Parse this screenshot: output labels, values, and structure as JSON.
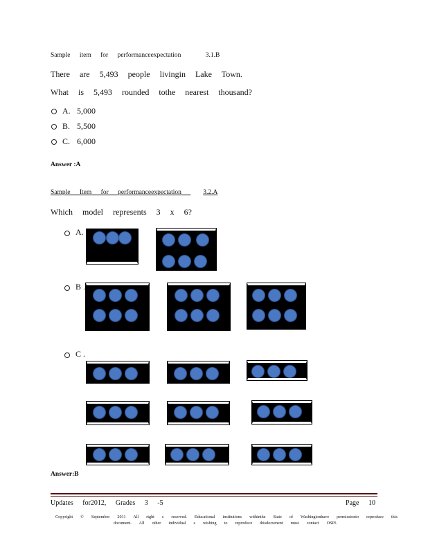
{
  "q1": {
    "header": "Sample item for performanceexpectation",
    "code": "3.1.B",
    "line1": "There are 5,493 people livingin Lake Town.",
    "line2": "What is 5,493 rounded tothe nearest thousand?",
    "options": [
      {
        "letter": "A.",
        "text": "5,000"
      },
      {
        "letter": "B.",
        "text": "5,500"
      },
      {
        "letter": "C.",
        "text": "6,000"
      }
    ],
    "answer": "Answer :A"
  },
  "q2": {
    "header": "Sample Item for performanceexpectation",
    "code": "3.2.A",
    "question": "Which model represents 3 x 6?",
    "option_a": "A.",
    "option_b": "B .",
    "option_c": "C .",
    "answer": "Answer:B"
  },
  "footer": {
    "left": "Updates for2012, Grades 3 -5",
    "right": "Page 10",
    "copyright_line1": "Copyright © September 2011 All right s reserved. Educational institutions withinthe State of Washingtonhave permissionto reproduce this",
    "copyright_line2": "document. All other individual s wishing to reproduce thisdocument must contact OSPI."
  },
  "colors": {
    "dot": "#4a78c2",
    "rule": "#5a0f0f"
  }
}
